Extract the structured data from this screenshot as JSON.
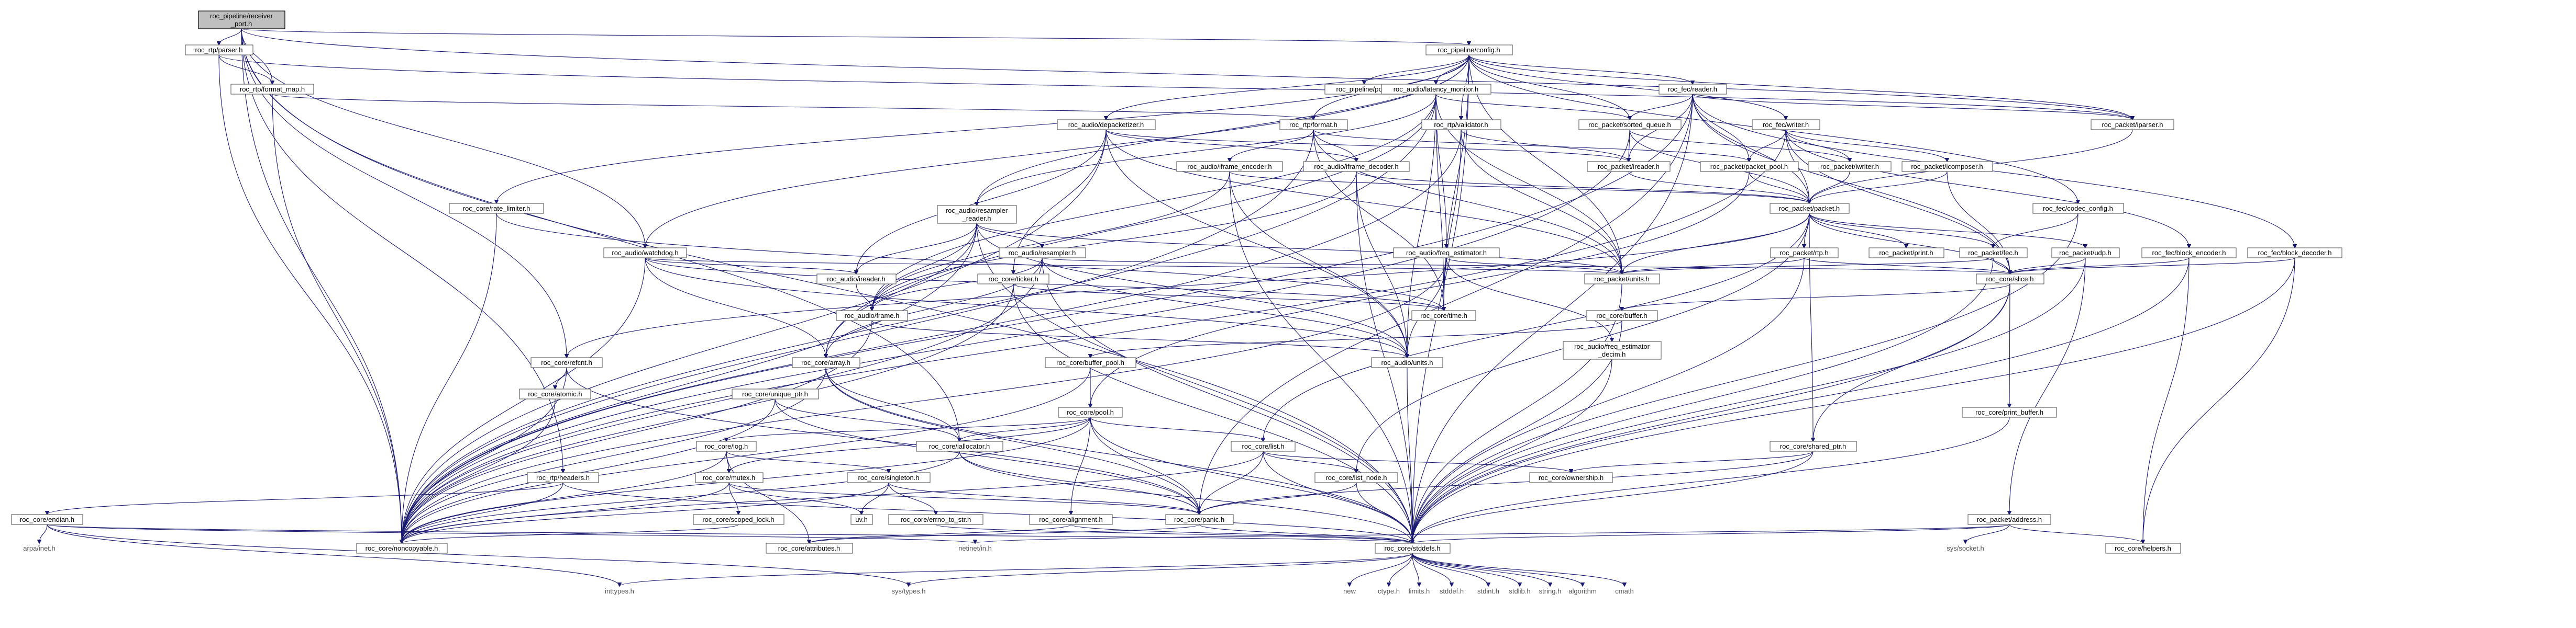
{
  "root": "roc_pipeline/receiver\n_port.h",
  "nodes": {
    "n0": "roc_pipeline/receiver\n_port.h",
    "n1": "roc_rtp/parser.h",
    "n2": "roc_pipeline/config.h",
    "n3": "roc_rtp/format_map.h",
    "n4": "roc_pipeline/port.h",
    "n5": "roc_audio/latency_monitor.h",
    "n6": "roc_fec/reader.h",
    "n7": "roc_packet/iparser.h",
    "n8": "roc_audio/depacketizer.h",
    "n9": "roc_rtp/format.h",
    "n10": "roc_rtp/validator.h",
    "n11": "roc_packet/sorted_queue.h",
    "n12": "roc_fec/writer.h",
    "n13": "roc_audio/iframe_encoder.h",
    "n14": "roc_audio/iframe_decoder.h",
    "n15": "roc_packet/ireader.h",
    "n16": "roc_packet/packet_pool.h",
    "n17": "roc_packet/iwriter.h",
    "n18": "roc_packet/icomposer.h",
    "n19": "roc_core/rate_limiter.h",
    "n20": "roc_packet/packet.h",
    "n21": "roc_fec/codec_config.h",
    "n22": "roc_audio/resampler\n_reader.h",
    "n23": "roc_audio/freq_estimator.h",
    "n24": "roc_audio/watchdog.h",
    "n25": "roc_audio/resampler.h",
    "n26": "roc_packet/rtp.h",
    "n27": "roc_packet/print.h",
    "n28": "roc_packet/fec.h",
    "n29": "roc_packet/udp.h",
    "n30": "roc_fec/block_encoder.h",
    "n31": "roc_fec/block_decoder.h",
    "n32": "roc_audio/ireader.h",
    "n33": "roc_core/ticker.h",
    "n34": "roc_packet/units.h",
    "n35": "roc_core/slice.h",
    "n36": "roc_audio/frame.h",
    "n37": "roc_core/time.h",
    "n38": "roc_core/buffer.h",
    "n39": "roc_audio/freq_estimator\n_decim.h",
    "n40": "roc_core/refcnt.h",
    "n41": "roc_core/array.h",
    "n42": "roc_core/buffer_pool.h",
    "n43": "roc_audio/units.h",
    "n44": "roc_core/atomic.h",
    "n45": "roc_core/unique_ptr.h",
    "n46": "roc_core/pool.h",
    "n47": "roc_core/print_buffer.h",
    "n48": "roc_core/log.h",
    "n49": "roc_core/iallocator.h",
    "n50": "roc_core/list.h",
    "n51": "roc_core/shared_ptr.h",
    "n52": "roc_rtp/headers.h",
    "n53": "roc_core/mutex.h",
    "n54": "roc_core/singleton.h",
    "n55": "roc_core/ownership.h",
    "n56": "roc_core/list_node.h",
    "n57": "roc_core/endian.h",
    "n58": "roc_core/scoped_lock.h",
    "n59": "uv.h",
    "n60": "roc_core/errno_to_str.h",
    "n61": "roc_core/alignment.h",
    "n62": "roc_core/panic.h",
    "n63": "roc_packet/address.h",
    "n64": "arpa/inet.h",
    "n65": "roc_core/noncopyable.h",
    "n66": "roc_core/attributes.h",
    "n67": "netinet/in.h",
    "n68": "roc_core/stddefs.h",
    "n69": "sys/socket.h",
    "n70": "roc_core/helpers.h",
    "n71": "inttypes.h",
    "n72": "sys/types.h",
    "n73": "new",
    "n74": "ctype.h",
    "n75": "limits.h",
    "n76": "stddef.h",
    "n77": "stdint.h",
    "n78": "stdlib.h",
    "n79": "string.h",
    "n80": "algorithm",
    "n81": "cmath"
  }
}
